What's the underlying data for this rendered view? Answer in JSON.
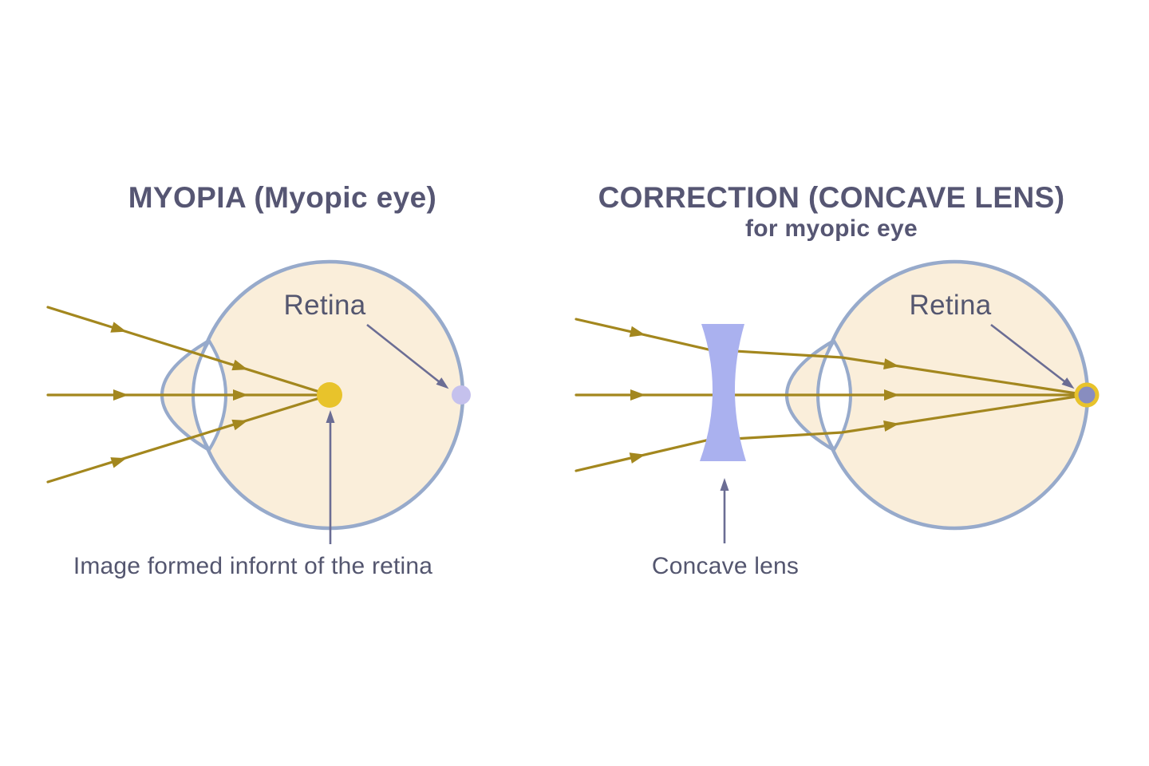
{
  "colors": {
    "background": "#ffffff",
    "heading-text": "#565673",
    "label-text": "#54566f",
    "eye-fill": "#faeeda",
    "eye-outline": "#97aacb",
    "lens-interior": "#ffffff",
    "ray": "#a3871e",
    "focal-point-yellow": "#e8c32b",
    "retina-point-lavender": "#c5c1ed",
    "concave-lens": "#aab1ef",
    "corrected-focus-ring": "#e8c32b",
    "corrected-focus-inner": "#888dbf",
    "annotation-arrow": "#6b6d94"
  },
  "left_panel": {
    "title": "MYOPIA (Myopic eye)",
    "retina_label": "Retina",
    "caption": "Image formed infornt of the retina"
  },
  "right_panel": {
    "title": "CORRECTION (CONCAVE LENS)",
    "subtitle": "for myopic eye",
    "retina_label": "Retina",
    "lens_label": "Concave lens"
  }
}
